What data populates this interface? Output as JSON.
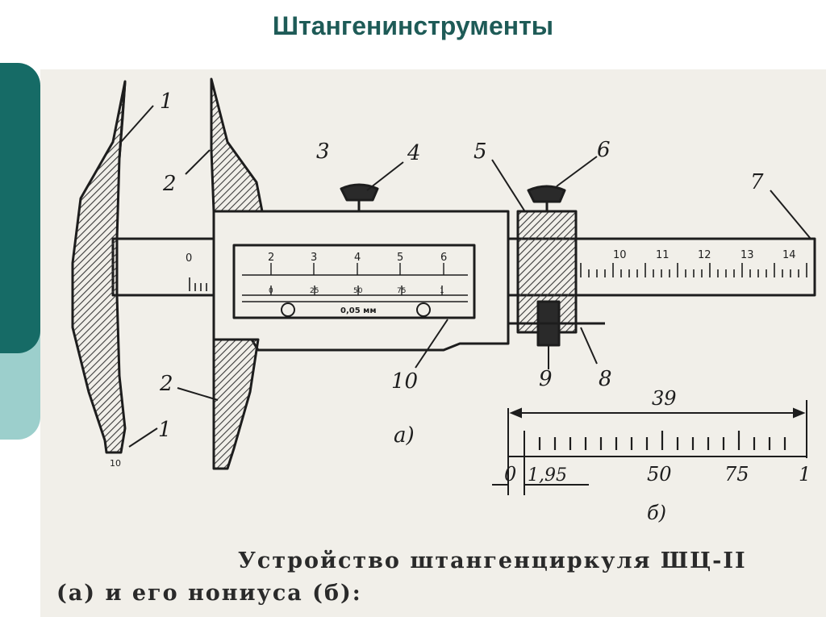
{
  "slide": {
    "title": "Штангенинструменты",
    "accent_dark": "#166b66",
    "accent_light": "#9ccfcc",
    "title_color": "#1e5b57"
  },
  "figure_a": {
    "part_labels": [
      "1",
      "2",
      "3",
      "4",
      "5",
      "6",
      "7",
      "2",
      "1",
      "10",
      "9",
      "8"
    ],
    "rod_scale": [
      "0",
      "10",
      "11",
      "12",
      "13",
      "14"
    ],
    "window_scale": [
      "2",
      "3",
      "4",
      "5",
      "6"
    ],
    "vernier_scale": [
      "0",
      "25",
      "50",
      "75",
      "1"
    ],
    "plate_text": "0,05 мм",
    "jaw_mark": "10",
    "sublabel": "а)"
  },
  "figure_b": {
    "length": "39",
    "offset": "1,95",
    "scale": [
      "0",
      "50",
      "75",
      "1"
    ],
    "sublabel": "б)"
  },
  "caption": {
    "line1": "Устройство штангенциркуля ШЦ-II",
    "line2": "(а) и его нониуса (б):"
  }
}
